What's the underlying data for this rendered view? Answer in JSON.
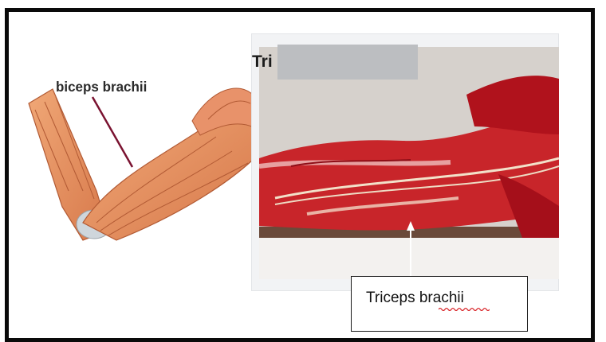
{
  "figure": {
    "left_label": "biceps brachii",
    "photo_title": "Tri",
    "callout_label": "Triceps brachii"
  },
  "colors": {
    "frame": "#0a0a0a",
    "muscle_light": "#e4956a",
    "muscle_red": "#c8252a",
    "spellcheck_underline": "#d9262a"
  },
  "icons": {
    "pointer_line": "leader-line",
    "arrow": "up-arrow-icon"
  }
}
